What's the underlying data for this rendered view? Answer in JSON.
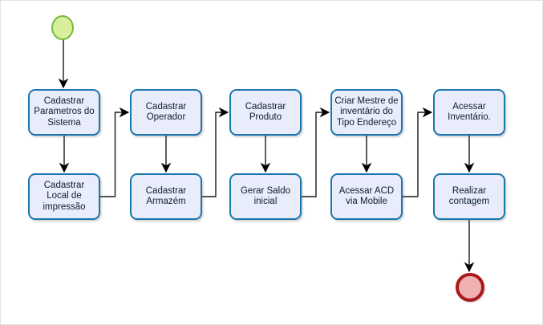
{
  "diagram": {
    "type": "flowchart",
    "language": "pt-BR",
    "flow_direction": "columns-left-to-right, top-to-bottom serpentine",
    "colors": {
      "task_fill": "#e9edfb",
      "task_border": "#1b76ae",
      "task_text": "#0c1c30",
      "start_event_fill": "#d9ee9c",
      "start_event_border": "#77b93d",
      "end_event_fill": "#efb0b2",
      "end_event_border": "#a9191c",
      "arrow": "#000000",
      "background": "#ffffff"
    },
    "start_event": {
      "name": "start"
    },
    "end_event": {
      "name": "end"
    },
    "nodes": [
      {
        "id": "cadastrar-parametros",
        "label": "Cadastrar\nParametros do\nSistema"
      },
      {
        "id": "cadastrar-local-impressao",
        "label": "Cadastrar\nLocal de\nimpressão"
      },
      {
        "id": "cadastrar-operador",
        "label": "Cadastrar\nOperador"
      },
      {
        "id": "cadastrar-armazem",
        "label": "Cadastrar\nArmazém"
      },
      {
        "id": "cadastrar-produto",
        "label": "Cadastrar\nProduto"
      },
      {
        "id": "gerar-saldo-inicial",
        "label": "Gerar Saldo\ninicial"
      },
      {
        "id": "criar-mestre-inventario",
        "label": "Criar Mestre de\ninventário  do\nTipo Endereço"
      },
      {
        "id": "acessar-acd-mobile",
        "label": "Acessar ACD\nvia Mobile"
      },
      {
        "id": "acessar-inventario",
        "label": "Acessar\nInventário."
      },
      {
        "id": "realizar-contagem",
        "label": "Realizar\ncontagem"
      }
    ],
    "edges": [
      {
        "from": "start",
        "to": "cadastrar-parametros"
      },
      {
        "from": "cadastrar-parametros",
        "to": "cadastrar-local-impressao"
      },
      {
        "from": "cadastrar-local-impressao",
        "to": "cadastrar-operador"
      },
      {
        "from": "cadastrar-operador",
        "to": "cadastrar-armazem"
      },
      {
        "from": "cadastrar-armazem",
        "to": "cadastrar-produto"
      },
      {
        "from": "cadastrar-produto",
        "to": "gerar-saldo-inicial"
      },
      {
        "from": "gerar-saldo-inicial",
        "to": "criar-mestre-inventario"
      },
      {
        "from": "criar-mestre-inventario",
        "to": "acessar-acd-mobile"
      },
      {
        "from": "acessar-acd-mobile",
        "to": "acessar-inventario"
      },
      {
        "from": "acessar-inventario",
        "to": "realizar-contagem"
      },
      {
        "from": "realizar-contagem",
        "to": "end"
      }
    ]
  }
}
